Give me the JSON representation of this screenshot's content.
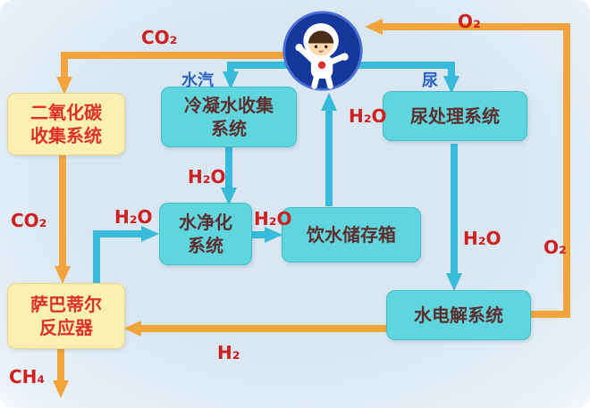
{
  "diagram": {
    "nodes": {
      "co2_collection": {
        "label": "二氧化碳\n收集系统"
      },
      "condensate_collection": {
        "label": "冷凝水收集\n系统"
      },
      "urine_treatment": {
        "label": "尿处理系统"
      },
      "water_purification": {
        "label": "水净化\n系统"
      },
      "drinking_water_tank": {
        "label": "饮水储存箱"
      },
      "water_electrolysis": {
        "label": "水电解系统"
      },
      "sabatier_reactor": {
        "label": "萨巴蒂尔\n反应器"
      }
    },
    "flow_labels": {
      "co2_top": "CO₂",
      "o2_top": "O₂",
      "water_vapor": "水汽",
      "urine": "尿",
      "h2o_condensate_to_purifier": "H₂O",
      "h2o_tank_to_astronaut": "H₂O",
      "h2o_sabatier_to_purifier": "H₂O",
      "h2o_purifier_to_tank": "H₂O",
      "h2o_urine_to_electrolysis": "H₂O",
      "co2_left": "CO₂",
      "o2_right": "O₂",
      "h2_bottom": "H₂",
      "ch4_bottom": "CH₄"
    },
    "edges": [
      {
        "from": "astronaut",
        "to": "co2_collection",
        "substance": "CO₂",
        "color": "orange"
      },
      {
        "from": "co2_collection",
        "to": "sabatier_reactor",
        "substance": "CO₂",
        "color": "orange"
      },
      {
        "from": "sabatier_reactor",
        "to": "vent",
        "substance": "CH₄",
        "color": "orange"
      },
      {
        "from": "water_electrolysis",
        "to": "sabatier_reactor",
        "substance": "H₂",
        "color": "orange"
      },
      {
        "from": "water_electrolysis",
        "to": "astronaut",
        "substance": "O₂",
        "color": "orange"
      },
      {
        "from": "astronaut",
        "to": "condensate_collection",
        "substance": "水汽",
        "color": "cyan"
      },
      {
        "from": "astronaut",
        "to": "urine_treatment",
        "substance": "尿",
        "color": "cyan"
      },
      {
        "from": "condensate_collection",
        "to": "water_purification",
        "substance": "H₂O",
        "color": "cyan"
      },
      {
        "from": "sabatier_reactor",
        "to": "water_purification",
        "substance": "H₂O",
        "color": "cyan"
      },
      {
        "from": "water_purification",
        "to": "drinking_water_tank",
        "substance": "H₂O",
        "color": "cyan"
      },
      {
        "from": "drinking_water_tank",
        "to": "astronaut",
        "substance": "H₂O",
        "color": "cyan"
      },
      {
        "from": "urine_treatment",
        "to": "water_electrolysis",
        "substance": "H₂O",
        "color": "cyan"
      }
    ],
    "colors": {
      "background_blue": "#d9e7f3",
      "box_cyan": "#5fd6de",
      "box_yellow": "#fbf0b2",
      "box_text_dark": "#5e2d2d",
      "box_text_red": "#e03024",
      "arrow_orange": "#f2a43c",
      "arrow_cyan": "#38badb",
      "label_red": "#cf1f1f",
      "label_blue": "#2b63c9",
      "astronaut_blue": "#16379b"
    }
  }
}
